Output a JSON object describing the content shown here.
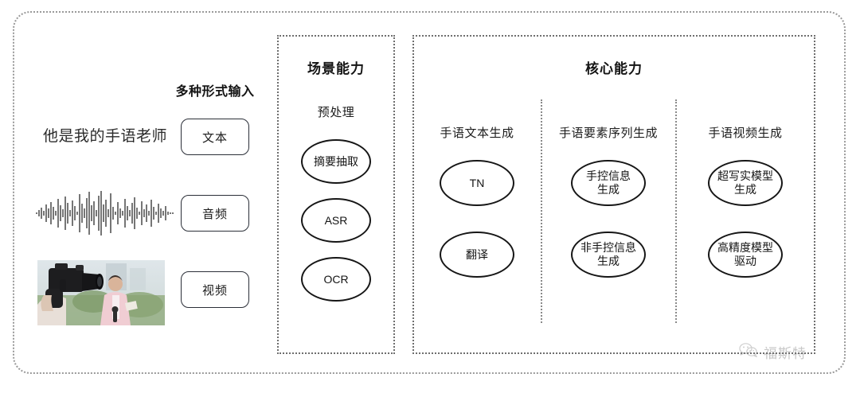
{
  "diagram": {
    "input_section": {
      "title": "多种形式输入",
      "sample_text": "他是我的手语老师",
      "modalities": [
        {
          "label": "文本",
          "icon": "text-sample"
        },
        {
          "label": "音频",
          "icon": "audio-waveform"
        },
        {
          "label": "视频",
          "icon": "video-thumbnail"
        }
      ]
    },
    "scene_panel": {
      "title": "场景能力",
      "groups": [
        {
          "heading": "预处理",
          "nodes": [
            "摘要抽取",
            "ASR",
            "OCR"
          ]
        }
      ]
    },
    "core_panel": {
      "title": "核心能力",
      "groups": [
        {
          "heading": "手语文本生成",
          "nodes": [
            "TN",
            "翻译"
          ]
        },
        {
          "heading": "手语要素序列生成",
          "nodes": [
            "手控信息\n生成",
            "非手控信息\n生成"
          ]
        },
        {
          "heading": "手语视频生成",
          "nodes": [
            "超写实模型\n生成",
            "高精度模型\n驱动"
          ]
        }
      ]
    },
    "watermark": {
      "label": "福斯特",
      "icon": "wechat-icon"
    },
    "colors": {
      "background": "#ffffff",
      "outer_border": "#9a9a9a",
      "panel_border": "#6e6e6e",
      "node_border": "#161616",
      "text": "#141414",
      "watermark": "#7a7a7a"
    }
  }
}
